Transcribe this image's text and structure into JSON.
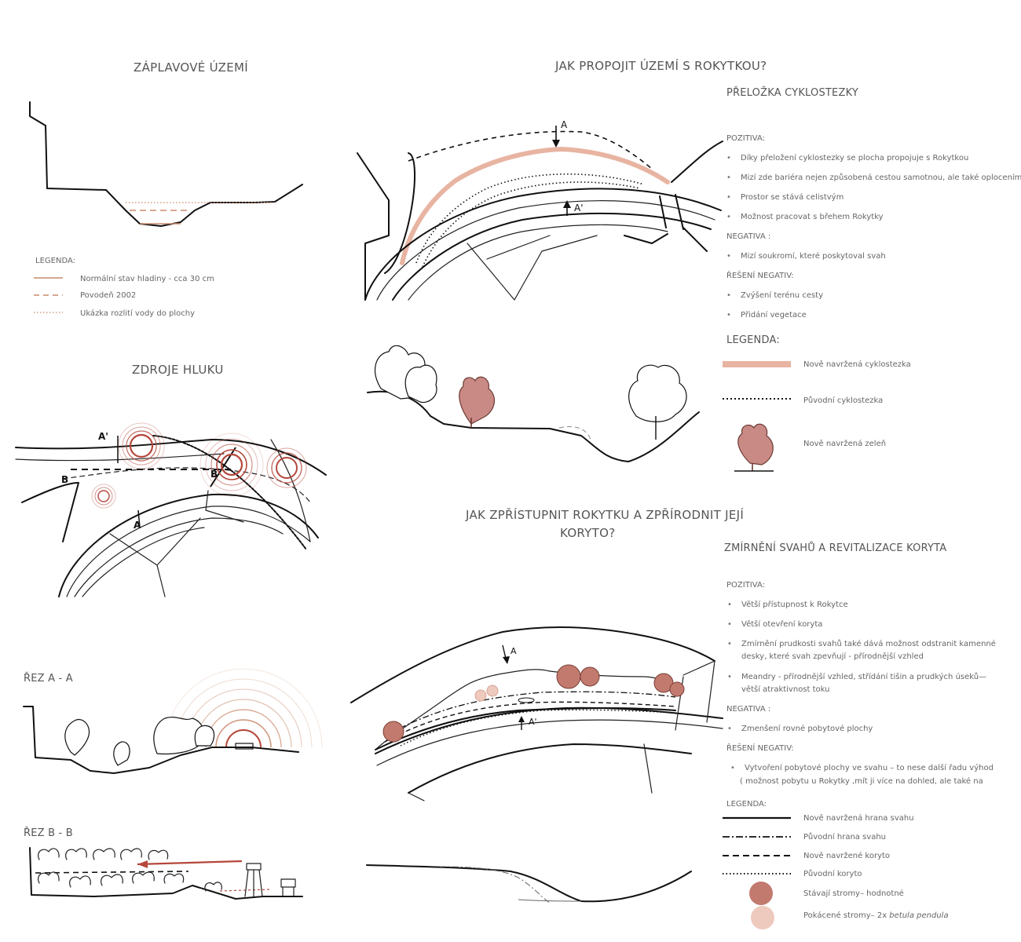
{
  "colors": {
    "accent": "#c98a6b",
    "tree_existing": "#c27a6f",
    "tree_cut": "#eec9bd",
    "cycle_new": "#e8b4a2",
    "noise": "#b5473b"
  },
  "flood": {
    "title": "ZÁPLAVOVÉ ÚZEMÍ",
    "legend_title": "LEGENDA:",
    "legend": [
      {
        "text": "Normální stav hladiny - cca 30 cm"
      },
      {
        "text": "Povodeň 2002"
      },
      {
        "text": "Ukázka rozlití vody do plochy"
      }
    ]
  },
  "noise": {
    "title": "ZDROJE HLUKU",
    "label_a": "A",
    "label_a2": "A'",
    "label_b": "B",
    "label_b2": "B"
  },
  "sections": {
    "aa": "ŘEZ A - A",
    "bb": "ŘEZ B - B"
  },
  "connect": {
    "title": "JAK PROPOJIT ÚZEMÍ S ROKYTKOU?",
    "label_a": "A",
    "label_a2": "A'",
    "subtitle": "PŘELOŽKA CYKLOSTEZKY",
    "pos_title": "POZITIVA:",
    "pos": [
      "Díky přeložení cyklostezky se  plocha propojuje s Rokytkou",
      "Mizí zde bariéra nejen způsobená cestou samotnou, ale také oplocením",
      "Prostor se stává celistvým",
      "Možnost pracovat s břehem Rokytky"
    ],
    "neg_title": "NEGATIVA :",
    "neg": [
      "Mizí soukromí, které poskytoval svah"
    ],
    "sol_title": "ŘEŠENÍ NEGATIV:",
    "sol": [
      "Zvýšení terénu cesty",
      "Přidání vegetace"
    ],
    "legend_title": "LEGENDA:",
    "legend": [
      "Nově navržená cyklostezka",
      "Původní cyklostezka",
      "Nově navržená zeleň"
    ]
  },
  "access": {
    "title_line1": "JAK ZPŘÍSTUPNIT ROKYTKU A ZPŘÍRODNIT JEJÍ",
    "title_line2": "KORYTO?",
    "label_a": "A",
    "label_a2": "A'",
    "subtitle": "ZMÍRNĚNÍ SVAHŮ A REVITALIZACE KORYTA",
    "pos_title": "POZITIVA:",
    "pos": [
      "Větší přístupnost k Rokytce",
      "Větší otevření koryta",
      "Zmírnění prudkosti svahů také dává možnost odstranit kamenné",
      "desky, které svah zpevňují - přírodnější vzhled",
      "Meandry - přírodnější vzhled, střídání tišin a prudkých úseků—",
      "větší atraktivnost toku"
    ],
    "neg_title": "NEGATIVA  :",
    "neg": [
      "Zmenšení rovné pobytové plochy"
    ],
    "sol_title": "ŘEŠENÍ NEGATIV:",
    "sol": [
      "Vytvoření pobytové plochy ve svahu – to nese další řadu výhod",
      "( možnost pobytu u Rokytky ,mít ji více na dohled, ale také na"
    ],
    "legend_title": "LEGENDA:",
    "legend": [
      "Nově navržená hrana svahu",
      "Původní hrana svahu",
      "Nově navržené koryto",
      "Původní  koryto",
      "Stávají stromy– hodnotné"
    ],
    "legend_cut_prefix": "Pokácené stromy– 2x ",
    "legend_cut_species": "betula pendula"
  }
}
